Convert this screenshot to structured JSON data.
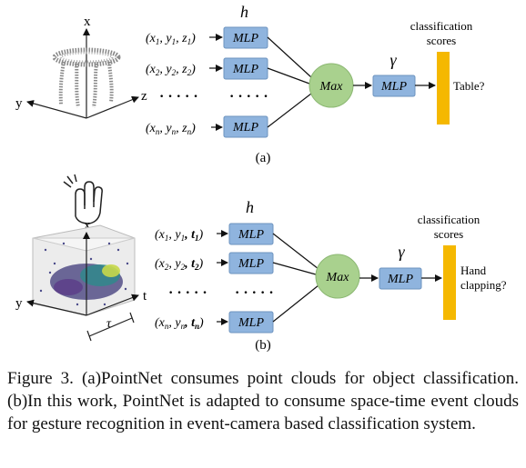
{
  "panel_a": {
    "axes": {
      "x": "x",
      "y": "y",
      "z": "z"
    },
    "h_label": "h",
    "gamma_label": "γ",
    "inputs": [
      {
        "p1": "(x",
        "s1": "1",
        "p2": ", y",
        "s2": "1",
        "p3": ", z",
        "s3": "1",
        "p4": ")"
      },
      {
        "p1": "(x",
        "s1": "2",
        "p2": ", y",
        "s2": "2",
        "p3": ", z",
        "s3": "2",
        "p4": ")"
      },
      {
        "p1": "(x",
        "s1": "n",
        "p2": ", y",
        "s2": "n",
        "p3": ", z",
        "s3": "n",
        "p4": ")"
      }
    ],
    "dots_left": "· · · · ·",
    "dots_mid": "· · · · ·",
    "mlp_label": "MLP",
    "max_label": "Max",
    "scores_line1": "classification",
    "scores_line2": "scores",
    "output_label": "Table?",
    "panel_label": "(a)"
  },
  "panel_b": {
    "axes": {
      "x": "x",
      "y": "y",
      "t": "t",
      "tau": "τ"
    },
    "h_label": "h",
    "gamma_label": "γ",
    "inputs": [
      {
        "p1": "(x",
        "s1": "1",
        "p2": ", y",
        "s2": "1",
        "p3": ", t",
        "s3": "1",
        "p4": ")"
      },
      {
        "p1": "(x",
        "s1": "2",
        "p2": ", y",
        "s2": "2",
        "p3": ", t",
        "s3": "2",
        "p4": ")"
      },
      {
        "p1": "(x",
        "s1": "n",
        "p2": ", y",
        "s2": "n",
        "p3": ", t",
        "s3": "n",
        "p4": ")"
      }
    ],
    "dots_left": "· · · · ·",
    "dots_mid": "· · · · ·",
    "mlp_label": "MLP",
    "max_label": "Max",
    "scores_line1": "classification",
    "scores_line2": "scores",
    "output_line1": "Hand",
    "output_line2": "clapping?",
    "panel_label": "(b)"
  },
  "caption": "Figure 3. (a)PointNet consumes point clouds for object classification. (b)In this work, PointNet is adapted to consume space-time event clouds for gesture recognition in event-camera based classification system.",
  "colors": {
    "mlp_fill": "#8fb4de",
    "max_fill": "#a9d18e",
    "score_bar": "#f5b800",
    "line": "#111111"
  }
}
